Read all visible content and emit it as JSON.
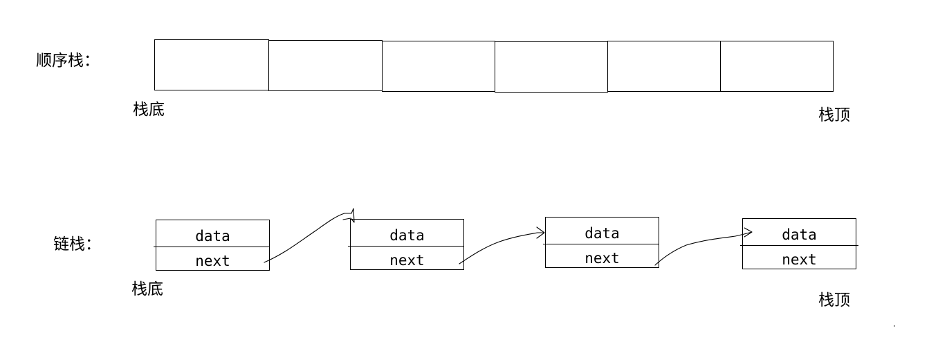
{
  "sequential_stack": {
    "label": "顺序栈：",
    "cell_count": 6,
    "bottom_label": "栈底",
    "top_label": "栈顶"
  },
  "linked_stack": {
    "label": "链栈：",
    "nodes": [
      {
        "data": "data",
        "next": "next"
      },
      {
        "data": "data",
        "next": "next"
      },
      {
        "data": "data",
        "next": "next"
      },
      {
        "data": "data",
        "next": "next"
      }
    ],
    "bottom_label": "栈底",
    "top_label": "栈顶"
  }
}
